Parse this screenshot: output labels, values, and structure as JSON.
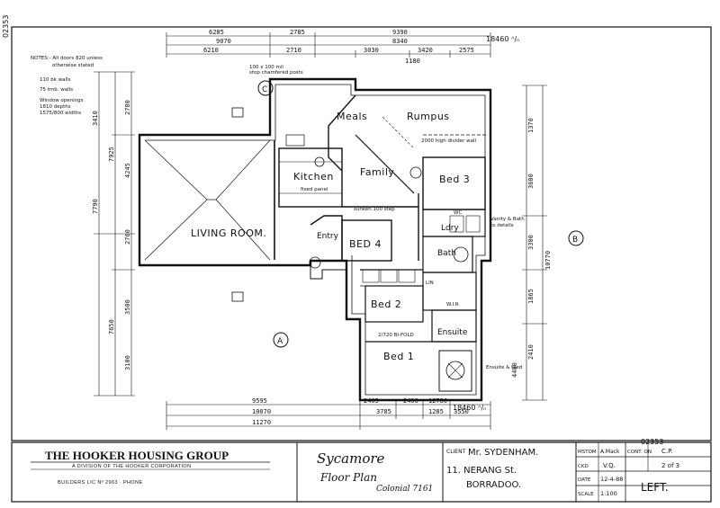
{
  "sheet": {
    "corner_top_left": "02353",
    "corner_bottom_right": "02353",
    "level_top": "18460 ᴬ/ₙ",
    "level_bottom": "18460 ᴬ/ₙ"
  },
  "notes": {
    "line1": "NOTES:- All doors 820 unless",
    "line2": "otherwise stated",
    "item1": "110 bk walls",
    "item2": "75 tmb. walls",
    "item3": "Window openings",
    "item4": "1810 depths",
    "item5": "1575/800 widths"
  },
  "callouts": {
    "post": "100 x 100 mil",
    "post2": "stop chamfered posts",
    "dividing_wall": "2000 high divider wall",
    "vanity": "Vanity & Bath",
    "vanity2": "to details",
    "fixed_panel": "fixed panel",
    "bifold": "2/720 BI-FOLD",
    "shower_note": "Ensuite & tiled",
    "sunken": "sunken 100 step"
  },
  "markers": {
    "a": "A",
    "b": "B",
    "c": "C"
  },
  "rooms": {
    "meals": "Meals",
    "rumpus": "Rumpus",
    "kitchen": "Kitchen",
    "family": "Family",
    "bed3": "Bed 3",
    "living": "LIVING ROOM.",
    "entry": "Entry",
    "bed4": "BED 4",
    "bath": "Bath",
    "wc": "WC",
    "ldry": "Ldry",
    "wir": "W.I.R",
    "bed2": "Bed 2",
    "ensuite": "Ensuite",
    "bed1": "Bed 1",
    "linen": "LIN"
  },
  "dimensions": {
    "top_row1": [
      "6285",
      "2785",
      "9390"
    ],
    "top_row2": [
      "9070",
      "8340"
    ],
    "top_row3": [
      "6210",
      "2710",
      "3030",
      "3420",
      "2575"
    ],
    "top_small": "1180",
    "left_col1": [
      "3410",
      "7925"
    ],
    "left_col2": [
      "2780",
      "4245",
      "2760",
      "7790"
    ],
    "left_col3": [
      "3100",
      "3500",
      "7650"
    ],
    "right_col1": [
      "3600",
      "10770"
    ],
    "right_col2": [
      "1370",
      "3300",
      "1865",
      "2410",
      "4400"
    ],
    "bottom_row1": [
      "9595"
    ],
    "bottom_row2": [
      "10070"
    ],
    "bottom_row3": [
      "11270"
    ],
    "bottom_small": [
      "2405",
      "3785",
      "2400",
      "12780",
      "1285",
      "3550"
    ]
  },
  "title_block": {
    "company": "THE HOOKER HOUSING GROUP",
    "division": "A DIVISION OF THE HOOKER CORPORATION",
    "builders": "BUILDERS  LIC Nº 2963   ·  PHONE",
    "design": "Sycamore",
    "sheet_name": "Floor Plan",
    "series": "Colonial 7161",
    "client_label": "CLIENT",
    "client_name": "Mr. SYDENHAM.",
    "address1": "11. NERANG St.",
    "address2": "BORRADOO.",
    "mstom_label": "MSTOM",
    "mstom_value": "A.Mack",
    "cont_label": "CONT. ON",
    "cont_value": "C.P.",
    "ckd_label": "CKD",
    "ckd_value": "V.Q.",
    "sheet_no": "2 of 3",
    "date_label": "DATE",
    "date_value": "12-4-88",
    "scale_label": "SCALE",
    "scale_value": "1:100",
    "handing": "LEFT."
  }
}
